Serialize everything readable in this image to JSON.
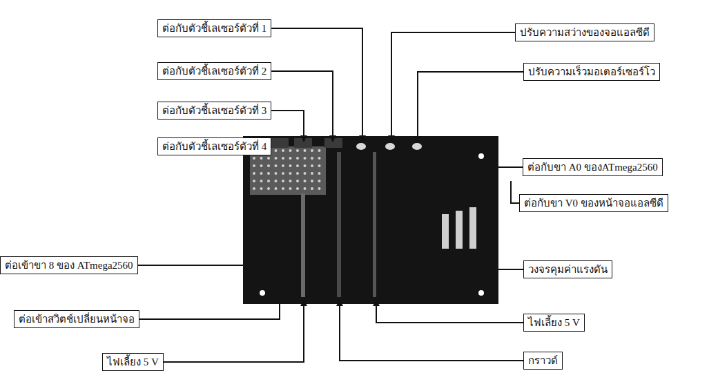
{
  "diagram": {
    "nodes": [
      {
        "text": [
          "ต่อกับตัวชี้เลเซอร์ตัวที่ 1"
        ]
      },
      {
        "text": [
          "ปรับความสว่างของจอแอลซีดี"
        ]
      },
      {
        "text": [
          "ต่อกับตัวชี้เลเซอร์ตัวที่ 2"
        ]
      },
      {
        "text": [
          "ปรับความเร็วมอเตอร์เซอร์โว"
        ]
      },
      {
        "text": [
          "ต่อกับตัวชี้เลเซอร์ตัวที่ 3"
        ]
      },
      {
        "text": [
          "ต่อกับตัวชี้เลเซอร์ตัวที่ 4"
        ]
      },
      {
        "text": [
          "ต่อกับขา A0 ของATmega2560"
        ]
      },
      {
        "text": [
          "ต่อกับขา V0 ของหน้าจอแอลซีดี"
        ]
      },
      {
        "text": [
          "ต่อเข้าขา 8 ของ ATmega2560"
        ]
      },
      {
        "text": [
          "วงจรคุมค่าแรงดัน"
        ]
      },
      {
        "text": [
          "ต่อเข้าสวิตช์เปลี่ยนหน้าจอ"
        ]
      },
      {
        "text": [
          "ไฟเลี้ยง 5 V"
        ]
      },
      {
        "text": [
          "กราวด์"
        ]
      },
      {
        "text": [
          "ไฟเลี้ยง 5 V"
        ]
      }
    ]
  }
}
